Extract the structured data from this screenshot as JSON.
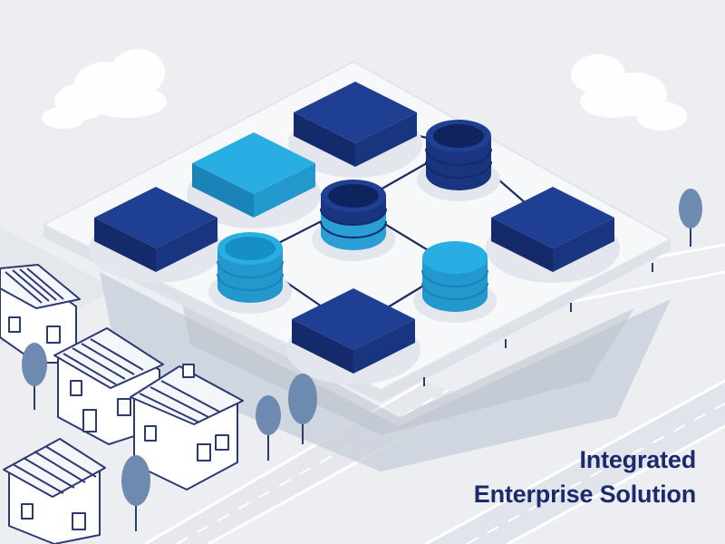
{
  "caption": {
    "line1": "Integrated",
    "line2": "Enterprise Solution"
  },
  "colors": {
    "background": "#eceef2",
    "navy": "#1f3f93",
    "cyan": "#29aee3",
    "caption": "#1b2a6b",
    "platform": "#f7f8fa",
    "outline": "#2b3a73",
    "tree": "#6f8ab0"
  },
  "diagram": {
    "nodes": [
      {
        "id": "block-top",
        "shape": "block",
        "color": "navy"
      },
      {
        "id": "block-upper-left",
        "shape": "block",
        "color": "cyan"
      },
      {
        "id": "cylinder-top-right",
        "shape": "database",
        "color": "navy"
      },
      {
        "id": "block-left",
        "shape": "block",
        "color": "navy"
      },
      {
        "id": "cylinder-center",
        "shape": "database",
        "color": "navy-cyan"
      },
      {
        "id": "block-right",
        "shape": "block",
        "color": "navy"
      },
      {
        "id": "cylinder-left",
        "shape": "database",
        "color": "cyan"
      },
      {
        "id": "cylinder-right",
        "shape": "database",
        "color": "cyan"
      },
      {
        "id": "block-bottom",
        "shape": "block",
        "color": "navy"
      }
    ],
    "connections": [
      [
        "block-top",
        "block-upper-left"
      ],
      [
        "block-top",
        "cylinder-top-right"
      ],
      [
        "block-upper-left",
        "block-left"
      ],
      [
        "block-upper-left",
        "cylinder-center"
      ],
      [
        "cylinder-top-right",
        "cylinder-center"
      ],
      [
        "cylinder-top-right",
        "block-right"
      ],
      [
        "block-left",
        "cylinder-left"
      ],
      [
        "cylinder-center",
        "cylinder-left"
      ],
      [
        "cylinder-center",
        "cylinder-right"
      ],
      [
        "block-right",
        "cylinder-right"
      ],
      [
        "cylinder-left",
        "block-bottom"
      ],
      [
        "cylinder-right",
        "block-bottom"
      ]
    ]
  }
}
